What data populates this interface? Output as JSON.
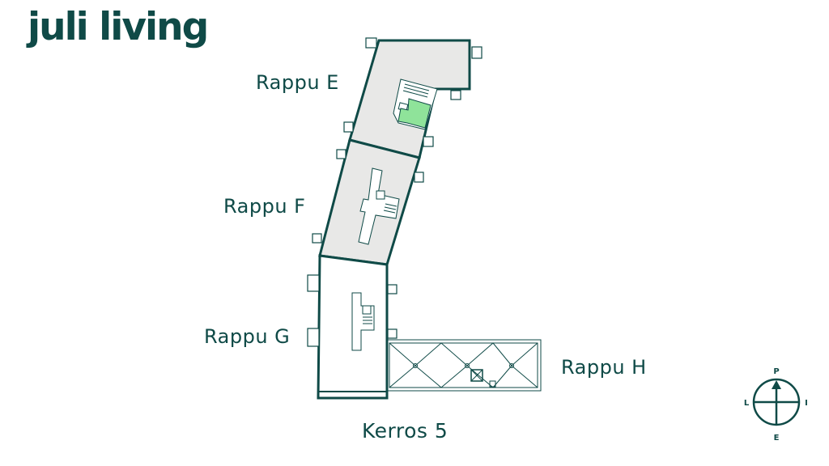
{
  "brand": {
    "logo_text": "juli living"
  },
  "floor": {
    "title": "Kerros 5"
  },
  "stairwells": [
    {
      "id": "E",
      "label": "Rappu E"
    },
    {
      "id": "F",
      "label": "Rappu F"
    },
    {
      "id": "G",
      "label": "Rappu G"
    },
    {
      "id": "H",
      "label": "Rappu H"
    }
  ],
  "compass": {
    "north": "P",
    "south": "E",
    "east": "I",
    "west": "L"
  },
  "colors": {
    "outline": "#0f4a47",
    "building_fill": "#e8e8e7",
    "highlight_apartment": "#8fe39a",
    "accent_text": "#0f4a47"
  },
  "legend": {
    "highlighted": "selected-apartment"
  }
}
